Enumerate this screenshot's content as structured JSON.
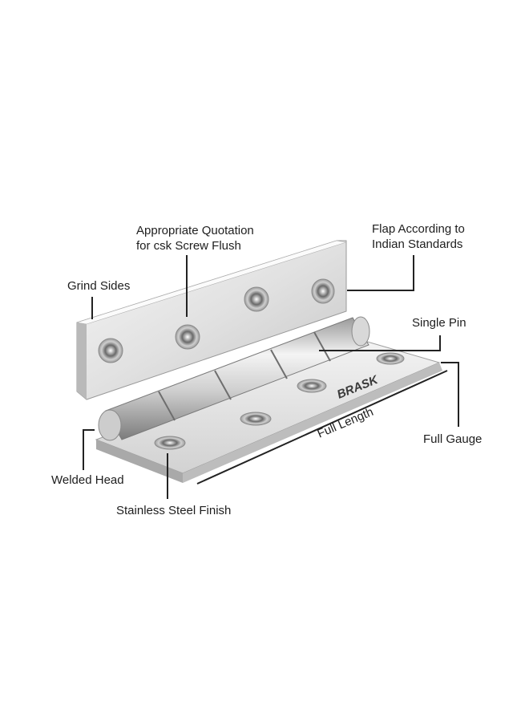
{
  "brand": {
    "logo_text": "BRASK"
  },
  "labels": {
    "quotation_line1": "Appropriate Quotation",
    "quotation_line2": "for csk Screw Flush",
    "flap_line1": "Flap According to",
    "flap_line2": "Indian Standards",
    "grind_sides": "Grind Sides",
    "single_pin": "Single Pin",
    "full_length": "Full Length",
    "full_gauge": "Full Gauge",
    "welded_head": "Welded Head",
    "stainless_finish": "Stainless Steel Finish"
  },
  "colors": {
    "steel_light": "#eeeeee",
    "steel_mid": "#c9c9c9",
    "steel_dark": "#8f8f8f",
    "callout_line": "#222222"
  }
}
